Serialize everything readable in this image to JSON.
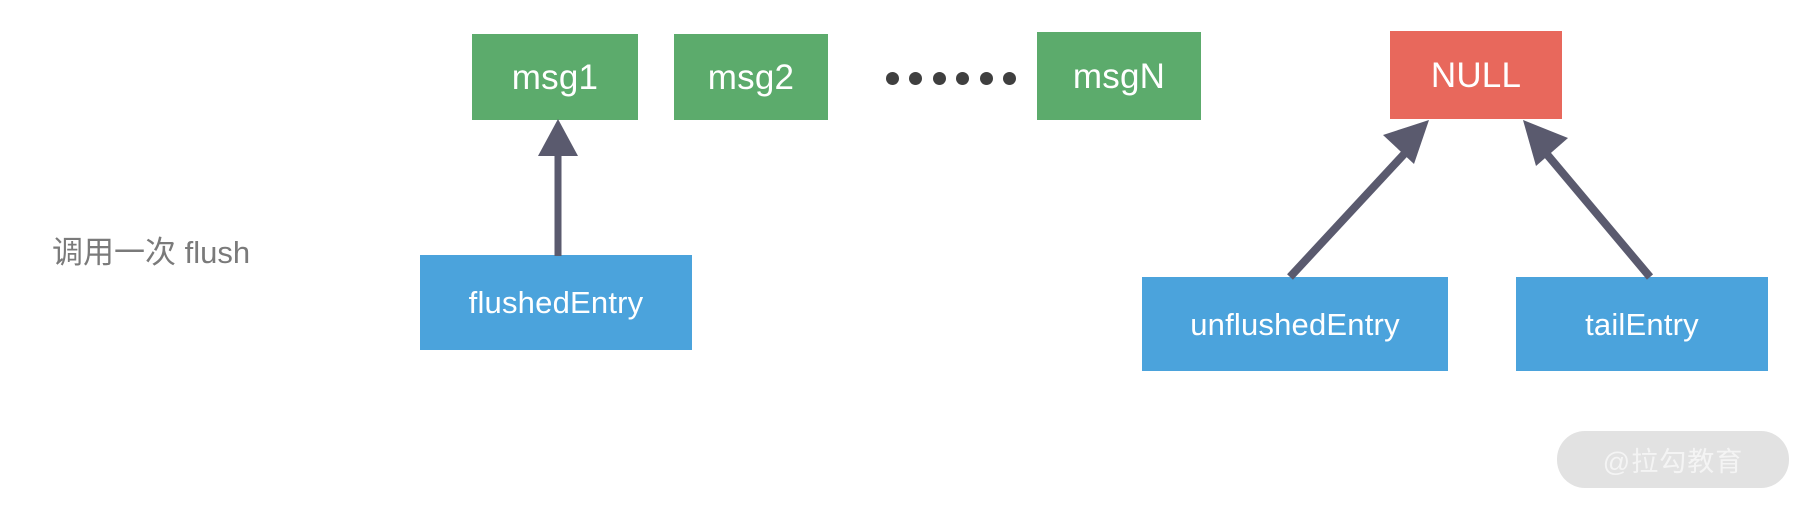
{
  "diagram": {
    "caption": "调用一次 flush",
    "ellipsis_dot_count": 6,
    "colors": {
      "message_box": "#5cab6c",
      "null_box": "#e8685c",
      "entry_box": "#4ba3dc",
      "arrow": "#5a5a6e",
      "caption_text": "#7a7a7a",
      "dot": "#3f3f3f",
      "watermark_pill": "#e2e2e2",
      "watermark_text": "#f4f4f4",
      "background": "#ffffff"
    },
    "message_nodes": [
      {
        "id": "msg1",
        "label": "msg1"
      },
      {
        "id": "msg2",
        "label": "msg2"
      },
      {
        "id": "msgN",
        "label": "msgN"
      }
    ],
    "null_node": {
      "id": "nullbox",
      "label": "NULL"
    },
    "entry_nodes": [
      {
        "id": "flushedEntry",
        "label": "flushedEntry"
      },
      {
        "id": "unflushedEntry",
        "label": "unflushedEntry"
      },
      {
        "id": "tailEntry",
        "label": "tailEntry"
      }
    ],
    "arrows": [
      {
        "from": "flushedEntry",
        "to": "msg1"
      },
      {
        "from": "unflushedEntry",
        "to": "NULL"
      },
      {
        "from": "tailEntry",
        "to": "NULL"
      }
    ]
  },
  "watermark": {
    "text": "@拉勾教育"
  }
}
